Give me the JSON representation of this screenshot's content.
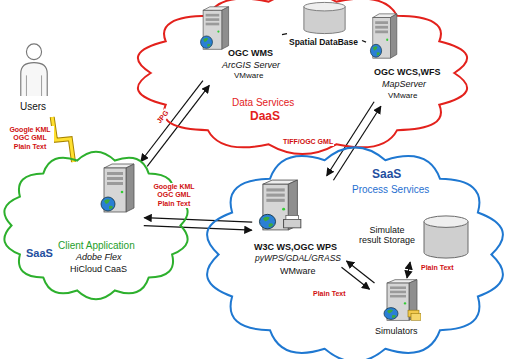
{
  "diagram": {
    "nodes": [
      {
        "text": [
          "Data Services",
          "DaaS"
        ]
      },
      {
        "text": [
          "OGC WMS",
          "ArcGIS Server",
          "VMware"
        ],
        "in": 0
      },
      {
        "text": [
          "Spatial DataBase"
        ],
        "in": 0
      },
      {
        "text": [
          "OGC WCS,WFS",
          "MapServer",
          "VMware"
        ],
        "in": 0
      },
      {
        "text": [
          "Users"
        ]
      },
      {
        "text": [
          "SaaS"
        ]
      },
      {
        "text": [
          "Client Application",
          "Adobe Flex",
          "HiCloud CaaS"
        ],
        "in": 5
      },
      {
        "text": [
          "SaaS",
          "Process Services"
        ]
      },
      {
        "text": [
          "W3C WS,OGC WPS",
          "pyWPS/GDAL/GRASS",
          "WMware"
        ],
        "in": 7
      },
      {
        "text": [
          "Simulate result Storage"
        ],
        "in": 7
      },
      {
        "text": [
          "Simulators"
        ],
        "in": 7
      }
    ],
    "edges": [
      {
        "from": 1,
        "to": 2,
        "arrow": "none"
      },
      {
        "from": 3,
        "to": 2,
        "arrow": "none"
      },
      {
        "from": 4,
        "to": 6,
        "label": "Google KML OGC GML Plain Text",
        "arrow": "none"
      },
      {
        "from": 6,
        "to": 1,
        "label": "JPG",
        "arrow": "to"
      },
      {
        "from": 1,
        "to": 6,
        "arrow": "to"
      },
      {
        "from": 6,
        "to": 8,
        "label": "Google KML OGC GML Plain Text",
        "arrow": "to"
      },
      {
        "from": 8,
        "to": 6,
        "arrow": "to"
      },
      {
        "from": 3,
        "to": 8,
        "label": "TIFF/OGC GML",
        "arrow": "to"
      },
      {
        "from": 8,
        "to": 3,
        "arrow": "to"
      },
      {
        "from": 8,
        "to": 10,
        "label": "Plain Text",
        "arrow": "to"
      },
      {
        "from": 10,
        "to": 8,
        "arrow": "to"
      },
      {
        "from": 9,
        "to": 10,
        "label": "Plain Text",
        "arrow": "both"
      }
    ]
  }
}
